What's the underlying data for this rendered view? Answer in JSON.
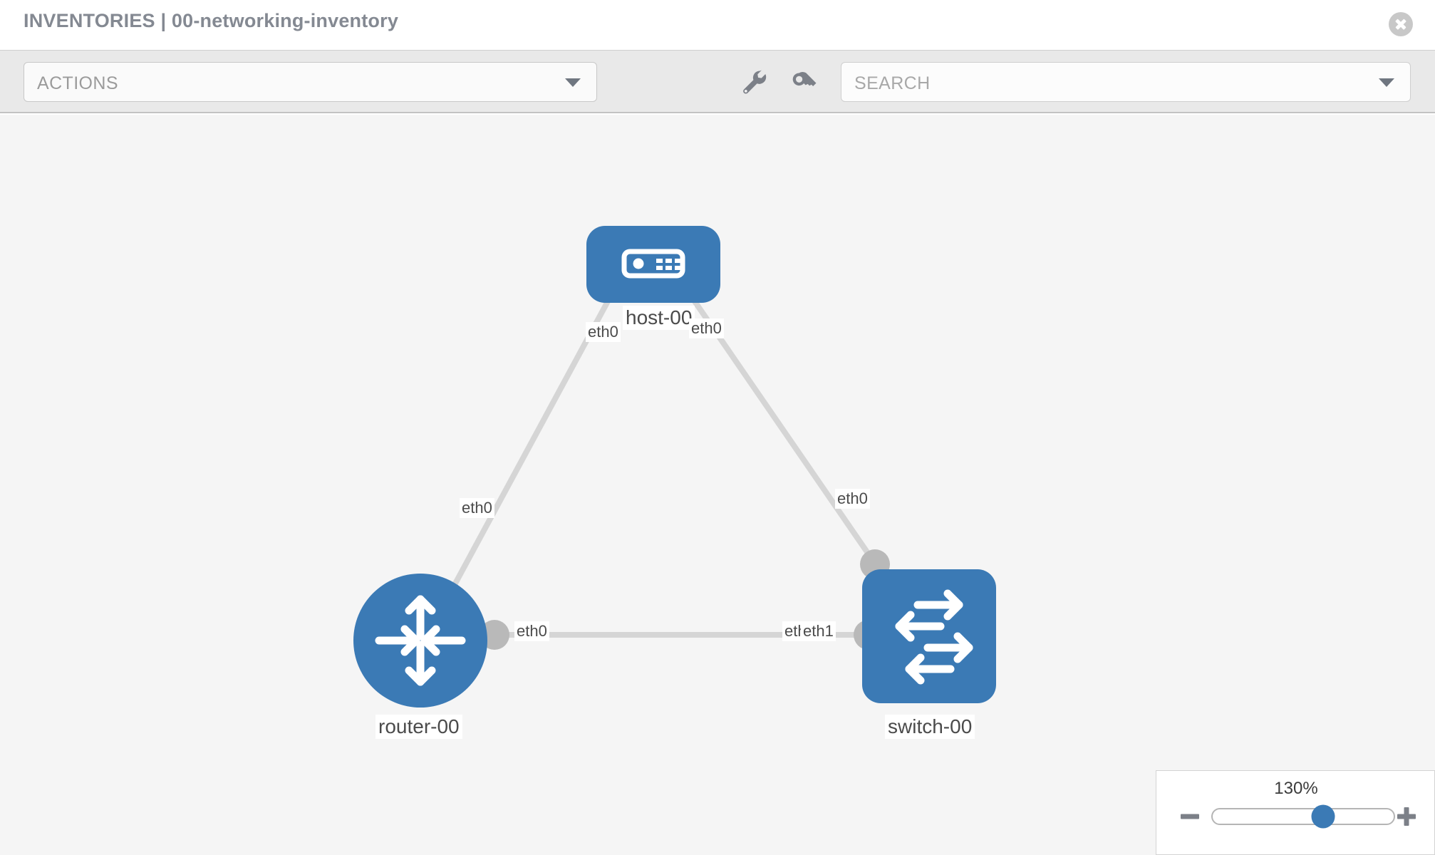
{
  "header": {
    "title": "INVENTORIES | 00-networking-inventory",
    "close_icon": "close-circle-icon"
  },
  "toolbar": {
    "actions_label": "ACTIONS",
    "actions_caret_icon": "chevron-down-icon",
    "wrench_icon": "wrench-icon",
    "key_icon": "key-icon",
    "search_placeholder": "SEARCH",
    "search_caret_icon": "chevron-down-icon"
  },
  "topology": {
    "nodes": [
      {
        "id": "host-00",
        "label": "host-00",
        "icon": "server-icon",
        "shape": "rounded-rect",
        "color": "#3b7ab5"
      },
      {
        "id": "router-00",
        "label": "router-00",
        "icon": "router-arrows-icon",
        "shape": "circle",
        "color": "#3b7ab5"
      },
      {
        "id": "switch-00",
        "label": "switch-00",
        "icon": "switch-arrows-icon",
        "shape": "rounded-square",
        "color": "#3b7ab5"
      }
    ],
    "links": [
      {
        "from": "host-00",
        "to": "router-00",
        "from_interface": "eth0",
        "to_interface": "eth0"
      },
      {
        "from": "host-00",
        "to": "switch-00",
        "from_interface": "eth0",
        "to_interface": "eth0"
      },
      {
        "from": "router-00",
        "to": "switch-00",
        "from_interface": "eth0",
        "to_interface": "eth1",
        "overlapped_interface": "eth0"
      }
    ],
    "interface_labels": {
      "host_left": "eth0",
      "host_right": "eth0",
      "router_upper": "eth0",
      "switch_upper": "eth0",
      "router_right": "eth0",
      "switch_left_occluded": "eth",
      "switch_left": "eth1"
    },
    "link_color": "#d5d5d5",
    "connector_color": "#b9b9b9"
  },
  "zoom": {
    "value": "130%",
    "minus_icon": "minus-icon",
    "plus_icon": "plus-icon",
    "thumb_position_percent": 61
  }
}
